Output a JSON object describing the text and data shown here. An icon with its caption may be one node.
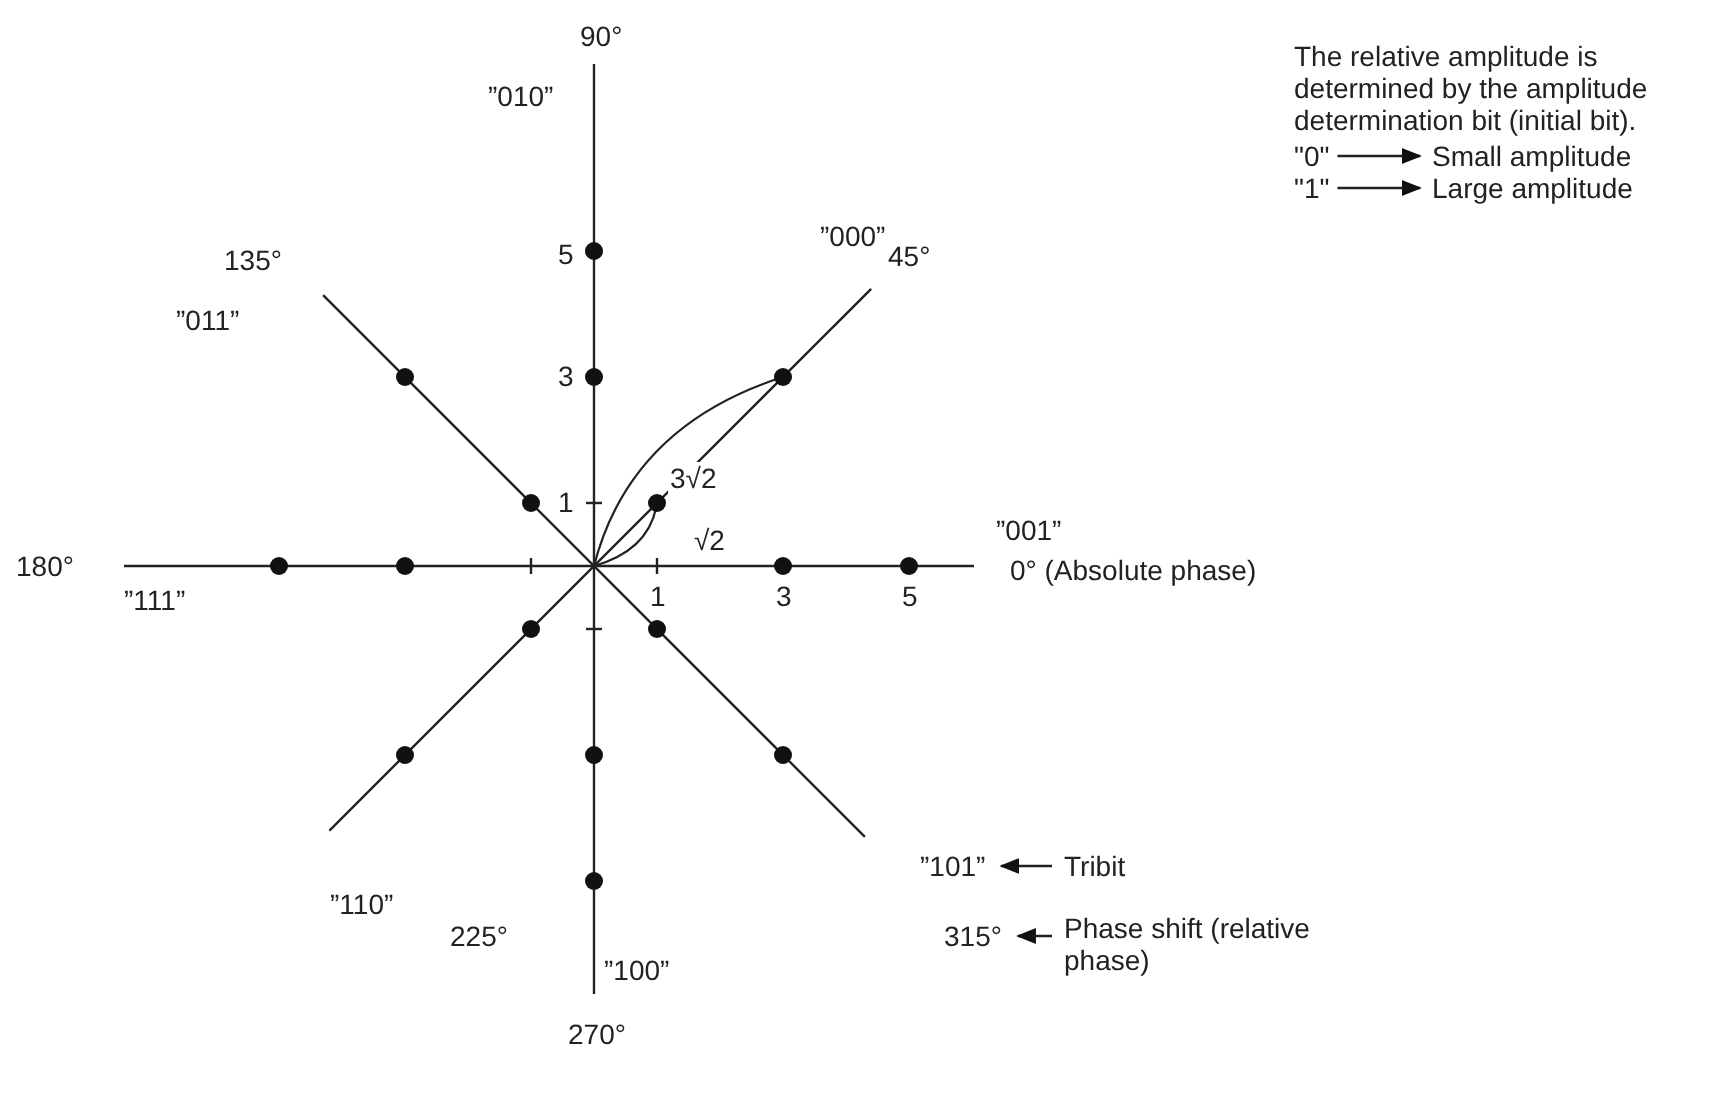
{
  "diagram": {
    "nodes": [
      {
        "text": [
          "”101”"
        ]
      },
      {
        "text": [
          "Tribit"
        ]
      },
      {
        "text": [
          "315°"
        ]
      },
      {
        "text": [
          "Phase shift (relative phase)"
        ]
      },
      {
        "text": [
          "\"0\""
        ]
      },
      {
        "text": [
          "Small amplitude"
        ]
      },
      {
        "text": [
          "\"1\""
        ]
      },
      {
        "text": [
          "Large amplitude"
        ]
      }
    ],
    "edges": [
      {
        "from": 1,
        "to": 0,
        "arrow": "to"
      },
      {
        "from": 3,
        "to": 2,
        "arrow": "to"
      },
      {
        "from": 4,
        "to": 5,
        "arrow": "to"
      },
      {
        "from": 6,
        "to": 7,
        "arrow": "to"
      }
    ],
    "labels": [
      "90°",
      "”010”",
      "135°",
      "”011”",
      "5",
      "3",
      "1",
      "”000”",
      "45°",
      "3√2",
      "√2",
      "180°",
      "”111”",
      "1",
      "3",
      "5",
      "”001”",
      "0° (Absolute phase)",
      "225°",
      "”110”",
      "”100”",
      "270°",
      "The relative amplitude is determined by the amplitude determination bit (initial bit)."
    ]
  }
}
